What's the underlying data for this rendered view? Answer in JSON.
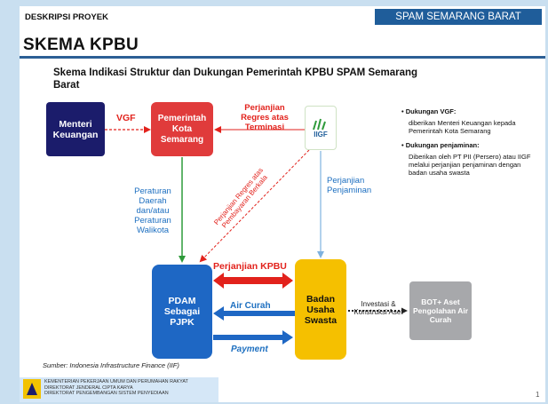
{
  "header": {
    "project_label": "DESKRIPSI PROYEK",
    "project_name": "SPAM SEMARANG BARAT",
    "title": "SKEMA KPBU",
    "subtitle": "Skema Indikasi Struktur dan Dukungan Pemerintah KPBU SPAM Semarang Barat"
  },
  "nodes": {
    "menteri": "Menteri Keuangan",
    "pemkot": "Pemerintah Kota Semarang",
    "iigf": "IIGF",
    "pdam": "PDAM Sebagai PJPK",
    "badan": "Badan Usaha Swasta",
    "bot": "BOT+ Aset Pengolahan Air Curah"
  },
  "edges": {
    "vgf": "VGF",
    "regres_terminasi": "Perjanjian Regres atas Terminasi",
    "regres_pembayaran": "Perjanjian Regres atas Pembayaran Berkala",
    "peraturan": "Peraturan Daerah dan/atau Peraturan Walikota",
    "penjaminan": "Perjanjian Penjaminan",
    "kpbu": "Perjanjian KPBU",
    "air_curah": "Air Curah",
    "payment": "Payment",
    "investasi": "Investasi & Konstruksi Aset"
  },
  "legend": {
    "vgf_title": "Dukungan VGF:",
    "vgf_text": "diberikan Menteri Keuangan kepada Pemerintah Kota Semarang",
    "penjaminan_title": "Dukungan penjaminan:",
    "penjaminan_text": "Diberikan oleh PT PII (Persero) atau IIGF melalui perjanjian penjaminan dengan badan usaha swasta"
  },
  "footer": {
    "source": "Sumber: Indonesia Infrastructure Finance (IIF)",
    "ministry": "KEMENTERIAN PEKERJAAN UMUM DAN PERUMAHAN RAKYAT",
    "dirjen": "DIREKTORAT JENDERAL CIPTA KARYA",
    "direktorat": "DIREKTORAT PENGEMBANGAN SISTEM PENYEDIAAN",
    "page": "1"
  },
  "colors": {
    "menteri": "#1b1c6b",
    "pemkot": "#e03b3b",
    "pdam": "#1e67c4",
    "badan": "#f5c000",
    "bot": "#a7a8ab",
    "accent": "#1f5d9a"
  }
}
